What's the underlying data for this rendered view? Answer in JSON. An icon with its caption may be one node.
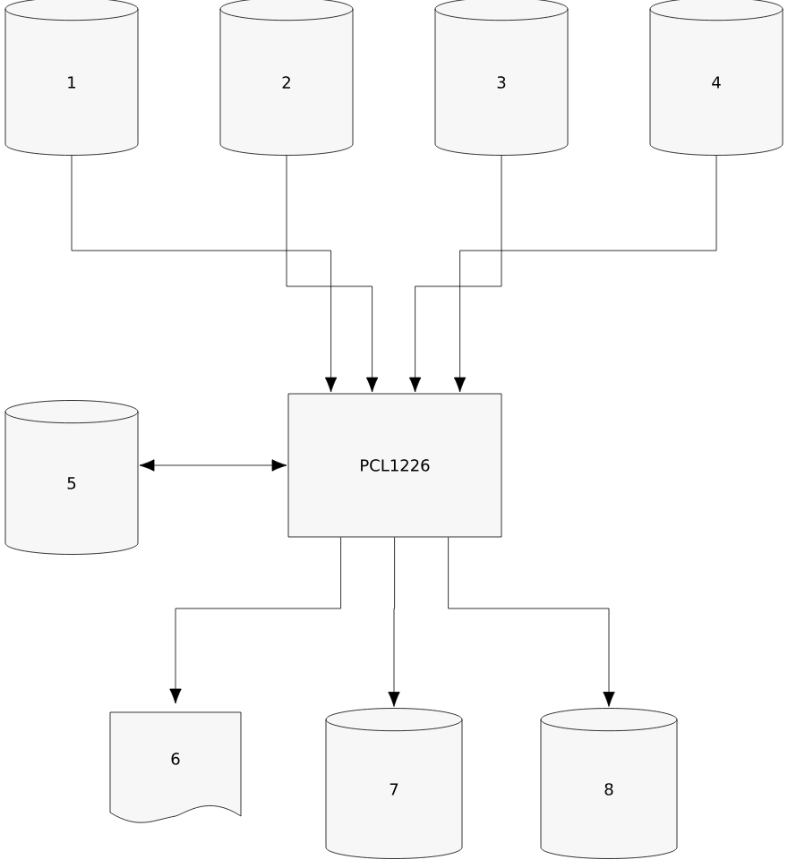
{
  "diagram": {
    "nodes": [
      {
        "text": [
          "1"
        ]
      },
      {
        "text": [
          "2"
        ]
      },
      {
        "text": [
          "3"
        ]
      },
      {
        "text": [
          "4"
        ]
      },
      {
        "text": [
          "PCL1226"
        ]
      },
      {
        "text": [
          "5"
        ]
      },
      {
        "text": [
          "6"
        ]
      },
      {
        "text": [
          "7"
        ]
      },
      {
        "text": [
          "8"
        ]
      }
    ],
    "edges": [
      {
        "from": 0,
        "to": 4,
        "arrow": "to"
      },
      {
        "from": 1,
        "to": 4,
        "arrow": "to"
      },
      {
        "from": 2,
        "to": 4,
        "arrow": "to"
      },
      {
        "from": 3,
        "to": 4,
        "arrow": "to"
      },
      {
        "from": 5,
        "to": 4,
        "arrow": "both"
      },
      {
        "from": 4,
        "to": 6,
        "arrow": "to"
      },
      {
        "from": 4,
        "to": 7,
        "arrow": "to"
      },
      {
        "from": 4,
        "to": 8,
        "arrow": "to"
      }
    ]
  }
}
